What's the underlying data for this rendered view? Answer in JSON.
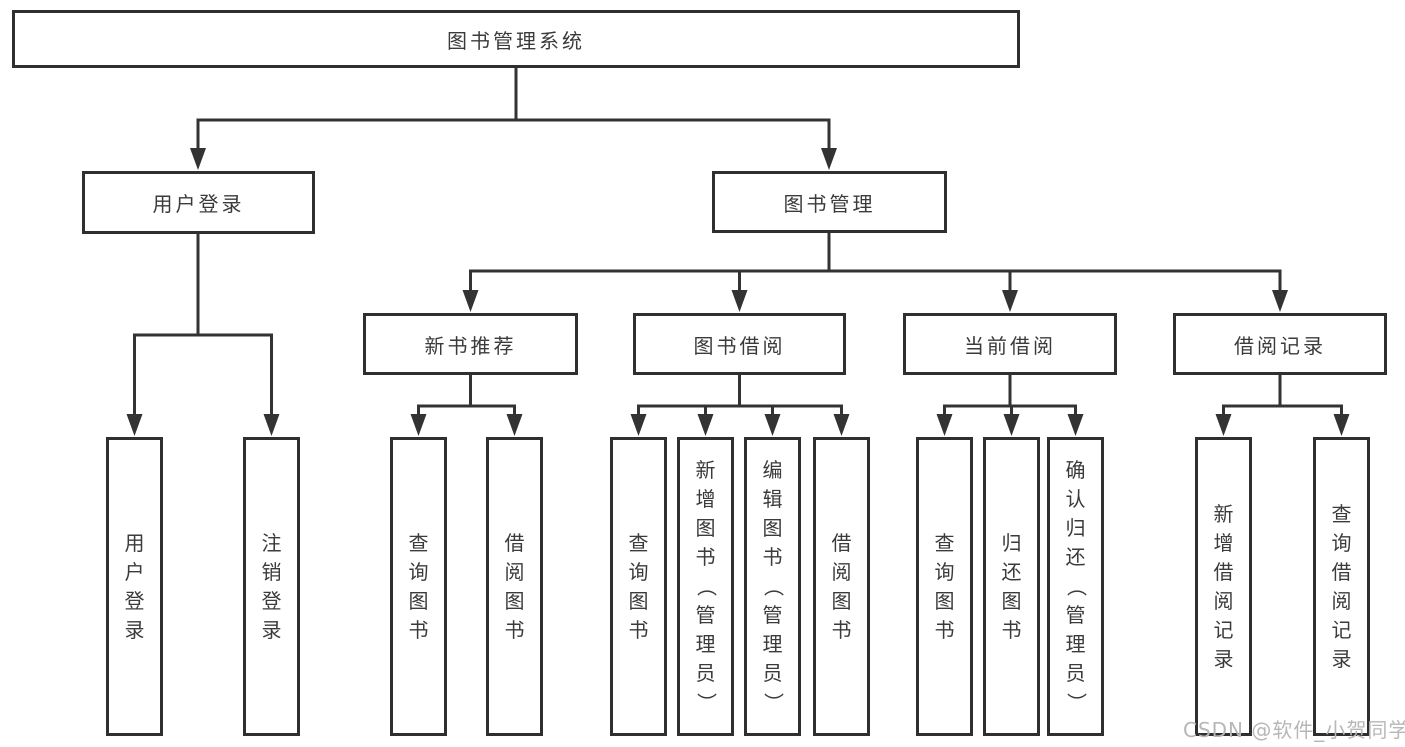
{
  "diagram": {
    "tree": {
      "root": "图书管理系统",
      "branches": [
        {
          "label": "用户登录",
          "leaves": [
            "用户登录",
            "注销登录"
          ]
        },
        {
          "label": "图书管理",
          "groups": [
            {
              "label": "新书推荐",
              "leaves": [
                "查询图书",
                "借阅图书"
              ]
            },
            {
              "label": "图书借阅",
              "leaves": [
                "查询图书",
                "新增图书（管理员）",
                "编辑图书（管理员）",
                "借阅图书"
              ]
            },
            {
              "label": "当前借阅",
              "leaves": [
                "查询图书",
                "归还图书",
                "确认归还（管理员）"
              ]
            },
            {
              "label": "借阅记录",
              "leaves": [
                "新增借阅记录",
                "查询借阅记录"
              ]
            }
          ]
        }
      ]
    },
    "watermark": "CSDN @软件_小贺同学",
    "colors": {
      "background": "#ffffff",
      "box_border": "#2f2f2f",
      "connector_line": "#333333",
      "text": "#3b3b3b",
      "watermark": "#b7b7b7"
    }
  }
}
